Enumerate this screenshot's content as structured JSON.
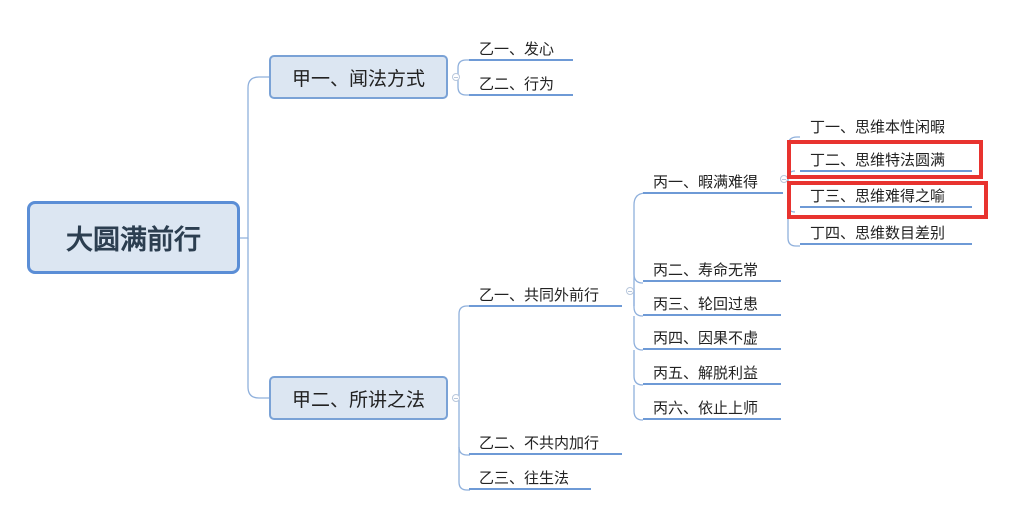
{
  "root": {
    "label": "大圆满前行"
  },
  "branches": {
    "jia1": {
      "label": "甲一、闻法方式",
      "children": [
        "乙一、发心",
        "乙二、行为"
      ]
    },
    "jia2": {
      "label": "甲二、所讲之法",
      "yi1": {
        "label": "乙一、共同外前行",
        "bing1": {
          "label": "丙一、暇满难得",
          "children": [
            "丁一、思维本性闲暇",
            "丁二、思维特法圆满",
            "丁三、思维难得之喻",
            "丁四、思维数目差别"
          ]
        },
        "others": [
          "丙二、寿命无常",
          "丙三、轮回过患",
          "丙四、因果不虚",
          "丙五、解脱利益",
          "丙六、依止上师"
        ]
      },
      "yi2": {
        "label": "乙二、不共内加行"
      },
      "yi3": {
        "label": "乙三、往生法"
      }
    }
  },
  "colors": {
    "connector": "#8fb0dc",
    "underline": "#6e9ad6",
    "node_fill": "#dce6f2",
    "highlight": "#e8332f"
  }
}
